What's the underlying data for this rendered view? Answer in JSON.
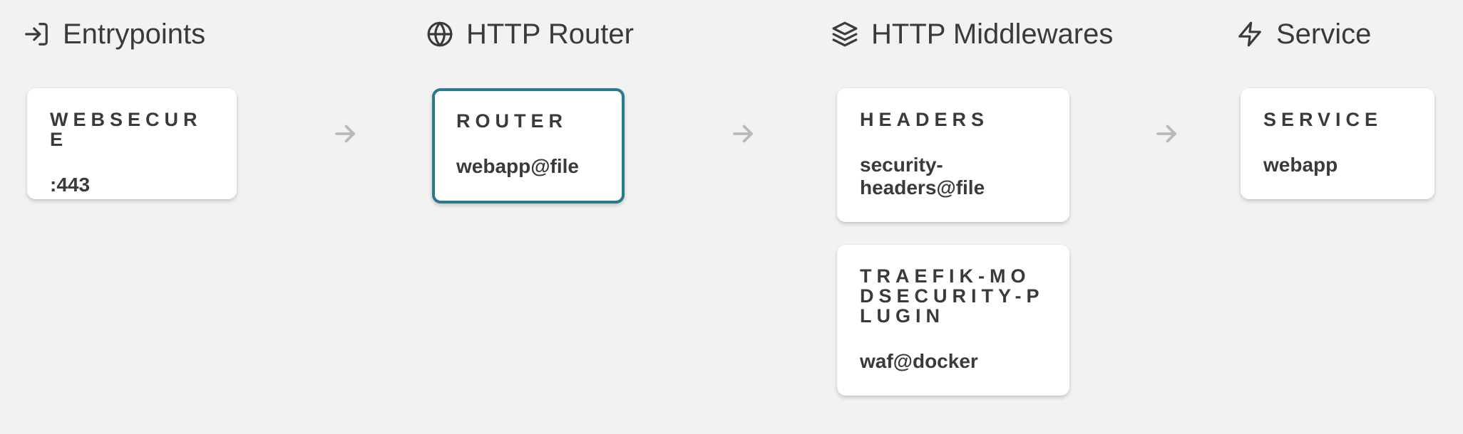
{
  "columns": {
    "entrypoints": {
      "title": "Entrypoints",
      "icon": "sign-in-icon"
    },
    "router": {
      "title": "HTTP Router",
      "icon": "globe-icon"
    },
    "middlewares": {
      "title": "HTTP Middlewares",
      "icon": "layers-icon"
    },
    "service": {
      "title": "Service",
      "icon": "lightning-icon"
    }
  },
  "cards": {
    "entrypoint": {
      "kind": "WEBSECURE",
      "name": ":443"
    },
    "router": {
      "kind": "ROUTER",
      "name": "webapp@file",
      "selected": true
    },
    "middleware_headers": {
      "kind": "HEADERS",
      "name": "security-headers@file"
    },
    "middleware_waf": {
      "kind": "TRAEFIK-MODSECURITY-PLUGIN",
      "name": "waf@docker"
    },
    "service": {
      "kind": "SERVICE",
      "name": "webapp"
    }
  },
  "colors": {
    "background": "#f2f2f2",
    "card": "#ffffff",
    "selected_border": "#2b7a8c",
    "arrow": "#b9b9b9",
    "text": "#3a3a3a"
  }
}
